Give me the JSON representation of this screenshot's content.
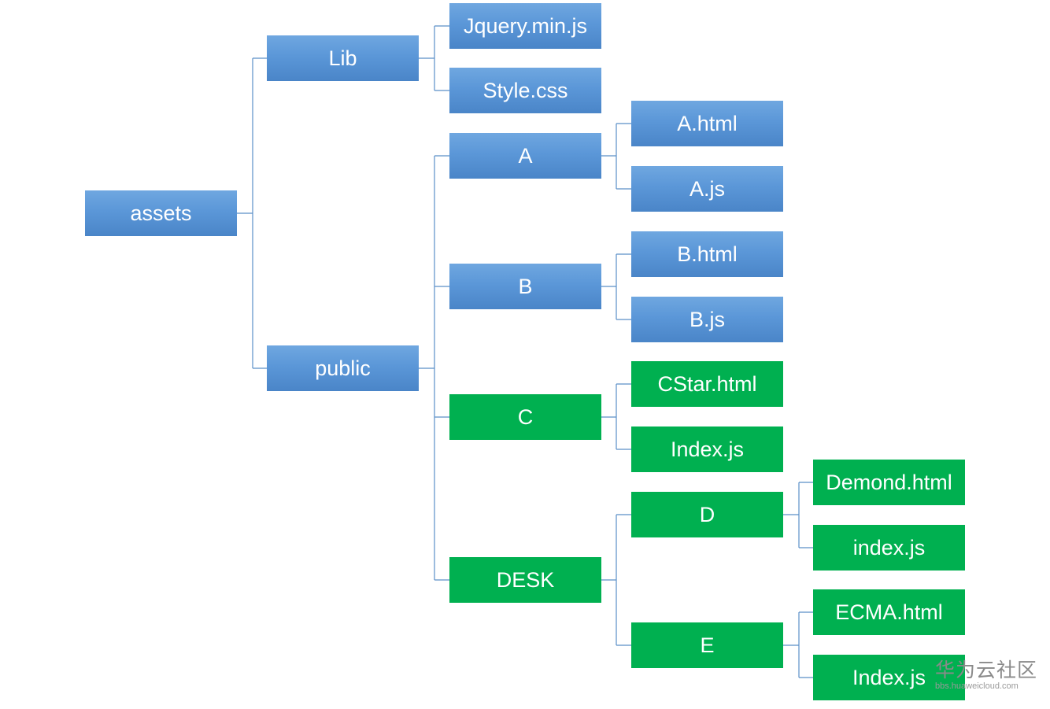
{
  "diagram": {
    "nodes": {
      "assets": "assets",
      "lib": "Lib",
      "public": "public",
      "jquery": "Jquery.min.js",
      "style_css": "Style.css",
      "a": "A",
      "b": "B",
      "c": "C",
      "desk": "DESK",
      "a_html": "A.html",
      "a_js": "A.js",
      "b_html": "B.html",
      "b_js": "B.js",
      "cstar_html": "CStar.html",
      "c_index_js": "Index.js",
      "d": "D",
      "e": "E",
      "demond_html": "Demond.html",
      "d_index_js": "index.js",
      "ecma_html": "ECMA.html",
      "e_index_js": "Index.js"
    },
    "colors": {
      "blue_node": "#5b9bd5",
      "green_node": "#00b050",
      "connector": "#5b8fc8",
      "text": "#ffffff"
    }
  },
  "watermark": {
    "title": "华为云社区",
    "url": "bbs.huaweicloud.com"
  }
}
